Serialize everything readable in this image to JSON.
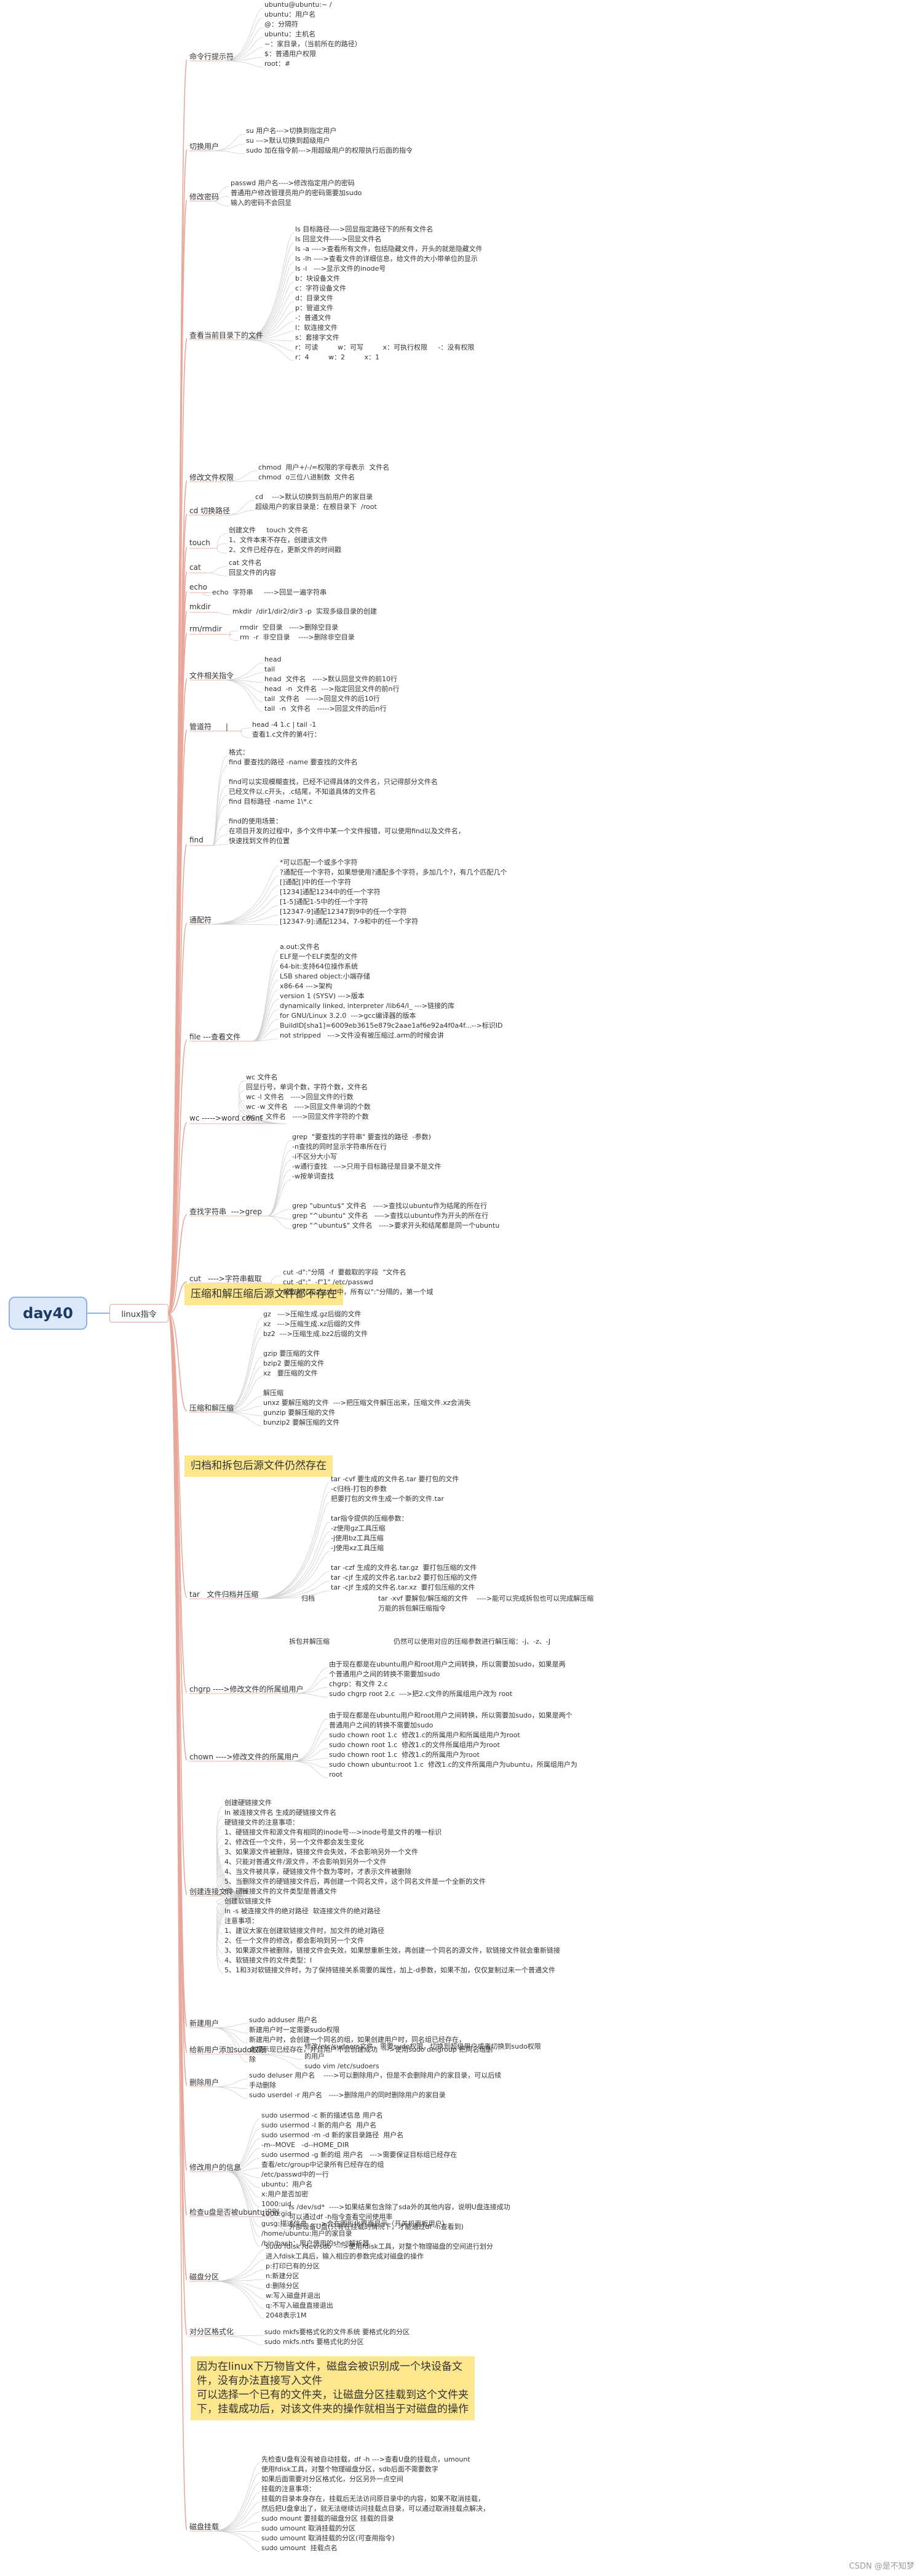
{
  "root": "day40",
  "main": "linux指令",
  "watermark": "CSDN @是不知梦",
  "categories": [
    {
      "id": "prompt",
      "label": "命令行提示符"
    },
    {
      "id": "switch",
      "label": "切换用户"
    },
    {
      "id": "passwd",
      "label": "修改密码"
    },
    {
      "id": "ls",
      "label": "查看当前目录下的文件"
    },
    {
      "id": "chmod",
      "label": "修改文件权限"
    },
    {
      "id": "cd",
      "label": "cd 切换路径"
    },
    {
      "id": "touch",
      "label": "touch"
    },
    {
      "id": "cat",
      "label": "cat"
    },
    {
      "id": "echo",
      "label": "echo"
    },
    {
      "id": "mkdir",
      "label": "mkdir"
    },
    {
      "id": "rm",
      "label": "rm/rmdir"
    },
    {
      "id": "headtail",
      "label": "文件相关指令"
    },
    {
      "id": "pipe",
      "label": "管道符      |"
    },
    {
      "id": "find",
      "label": "find"
    },
    {
      "id": "wildcard",
      "label": "通配符"
    },
    {
      "id": "file",
      "label": "file ---查看文件"
    },
    {
      "id": "wc",
      "label": "wc ----->word count"
    },
    {
      "id": "grep",
      "label": "查找字符串  --->grep"
    },
    {
      "id": "cut",
      "label": "cut   ---->字符串截取"
    },
    {
      "id": "compress",
      "label": "压缩和解压缩"
    },
    {
      "id": "tar",
      "label": "tar   文件归档并压缩"
    },
    {
      "id": "chgrp",
      "label": "chgrp ---->修改文件的所属组用户"
    },
    {
      "id": "chown",
      "label": "chown ---->修改文件的所属用户"
    },
    {
      "id": "ln",
      "label": "创建连接文件   ln"
    },
    {
      "id": "useradd",
      "label": "新建用户"
    },
    {
      "id": "sudoer",
      "label": "给新用户添加sudo权限"
    },
    {
      "id": "userdel",
      "label": "删除用户"
    },
    {
      "id": "usermod",
      "label": "修改用户的信息"
    },
    {
      "id": "fdiskl",
      "label": "检查u盘是否被ubuntu识别"
    },
    {
      "id": "fdisk",
      "label": "磁盘分区"
    },
    {
      "id": "mkfs",
      "label": "对分区格式化"
    },
    {
      "id": "mount",
      "label": "磁盘挂载"
    }
  ],
  "highlights": {
    "compress_note": "压缩和解压缩后源文件都不存在",
    "tar_note": "归档和拆包后源文件仍然存在",
    "mount_note": "因为在linux下万物皆文件，磁盘会被识别成一个块设备文\n件，没有办法直接写入文件\n可以选择一个已有的文件夹，让磁盘分区挂载到这个文件夹\n下，挂载成功后，对该文件夹的操作就相当于对磁盘的操作"
  },
  "leaves": {
    "prompt": [
      "ubuntu@ubuntu:~ /",
      "ubuntu：用户名",
      "@：分隔符",
      "ubuntu：主机名",
      "~：家目录，（当前所在的路径）",
      "$：普通用户权限",
      "root：#"
    ],
    "switch": [
      "su 用户名--->切换到指定用户",
      "su --->默认切换到超级用户",
      "sudo 加在指令前--->用超级用户的权限执行后面的指令"
    ],
    "passwd": [
      "passwd 用户名---->修改指定用户的密码",
      "普通用户修改管理员用户的密码需要加sudo",
      "输入的密码不会回显"
    ],
    "ls": [
      "ls 目标路径---->回显指定路径下的所有文件名",
      "ls 回显文件----->回显文件名",
      "ls -a ---->查看所有文件，包括隐藏文件，开头的就是隐藏文件",
      "ls -lh ---->查看文件的详细信息，给文件的大小带单位的显示",
      "ls -i   --->显示文件的inode号",
      "b：块设备文件",
      "c：字符设备文件",
      "d：目录文件",
      "p：管道文件",
      "-：普通文件",
      "l：软连接文件",
      "s：套接字文件",
      "r：可读         w：可写         x：可执行权限     -：没有权限",
      "r：4         w：2         x：1"
    ],
    "chmod": [
      "chmod  用户+/-/=权限的字母表示  文件名",
      "chmod  o三位八进制数  文件名"
    ],
    "cd": [
      "cd    --->默认切换到当前用户的家目录",
      "超级用户的家目录是：在根目录下  /root"
    ],
    "touch": [
      "创建文件     touch 文件名",
      "1、文件本来不存在，创建该文件",
      "2、文件已经存在，更新文件的时间戳"
    ],
    "cat": [
      "cat 文件名",
      "回显文件的内容"
    ],
    "echo": [
      "echo  字符串     ---->回显一遍字符串"
    ],
    "mkdir": [
      "mkdir  /dir1/dir2/dir3 -p  实现多级目录的创建"
    ],
    "rm": [
      "rmdir  空目录   ---->删除空目录",
      "rm  -r  非空目录    ---->删除非空目录"
    ],
    "head": [
      "head",
      "tail",
      "head  文件名   ---->默认回显文件的前10行",
      "head  -n  文件名  --->指定回显文件的前n行",
      "tail  文件名   ----->回显文件的后10行",
      "tail  -n  文件名   ----->回显文件的后n行"
    ],
    "pipe": [
      "head -4 1.c | tail -1",
      "查看1.c文件的第4行："
    ],
    "find": [
      "格式：",
      "find 要查找的路径 -name 要查找的文件名",
      "",
      "find可以实现模糊查找，已经不记得具体的文件名，只记得部分文件名",
      "已经文件以.c开头，.c结尾，不知道具体的文件名",
      "find 目标路径 -name 1\\*.c",
      "",
      "find的使用场景：",
      "在项目开发的过程中，多个文件中某一个文件报错，可以使用find以及文件名，",
      "快速找到文件的位置"
    ],
    "wildcard": [
      "*可以匹配一个或多个字符",
      "?通配任一个字符，如果想使用?通配多个字符，多加几个?，有几个匹配几个",
      "[]通配[]中的任一个字符",
      "[1234]通配1234中的任一个字符",
      "[1-5]通配1-5中的任一个字符",
      "[12347-9]通配12347到9中的任一个字符",
      "[12347-9]:通配1234、7-9和中的任一个字符"
    ],
    "file": [
      "a.out:文件名",
      "ELF是一个ELF类型的文件",
      "64-bit:支持64位操作系统",
      "LSB shared object:小端存储",
      "x86-64 --->架构",
      "version 1 (SYSV) --->版本",
      "dynamically linked, interpreter /lib64/l_ --->链接的库",
      "for GNU/Linux 3.2.0  --->gcc编译器的版本",
      "BuildID[sha1]=6009eb3615e879c2aae1af6e92a4f0a4f...-->标识ID",
      "not stripped   --->文件没有被压缩过.arm的时候会讲"
    ],
    "wc": [
      "wc 文件名",
      "回显行号，单词个数，字符个数，文件名",
      "wc -l 文件名   ---->回显文件的行数",
      "wc -w 文件名   ---->回显文件单词的个数",
      "wc -c 文件名   ---->回显文件字符的个数"
    ],
    "grep": [
      "grep  \"要查找的字符串\" 要查找的路径  -参数)",
      "-n查找的同时显示字符串所在行",
      "-i不区分大小写",
      "-w通行查找   --->只用于目标路径是目录不是文件",
      "-w按单词查找",
      "",
      "",
      "grep \"ubuntu$\" 文件名   ---->查找以ubuntu作为结尾的所在行",
      "grep \"^ubuntu\" 文件名   ---->查找以ubuntu作为开头的所在行",
      "grep \"^ubuntu$\" 文件名   ---->要求开头和结尾都是同一个ubuntu"
    ],
    "cut": [
      "cut -d\":\"分隔  -f  要截取的字段  \"文件名",
      "cut -d\":\"  -f\"1\" /etc/passwd",
      "截取/etc/passwd中，所有以\":\"分隔的，第一个域"
    ],
    "compress": [
      "gz   --->压缩生成.gz后缀的文件",
      "xz   --->压缩生成.xz后缀的文件",
      "bz2  --->压缩生成.bz2后缀的文件",
      "",
      "gzip 要压缩的文件",
      "bzip2 要压缩的文件",
      "xz   要压缩的文件",
      "",
      "解压缩",
      "unxz 要解压缩的文件  --->把压缩文件解压出来，压缩文件.xz会消失",
      "gunzip 要解压缩的文件",
      "bunzip2 要解压缩的文件"
    ],
    "tar": [
      "tar -cvf 要生成的文件名.tar 要打包的文件",
      "-c归档-打包的参数",
      "把要打包的文件生成一个新的文件.tar",
      "",
      "tar指令提供的压缩参数：",
      "-z使用gz工具压缩",
      "-j使用bz工具压缩",
      "-J使用xz工具压缩",
      "",
      "tar -czf 生成的文件名.tar.gz  要打包压缩的文件",
      "tar -cjf 生成的文件名.tar.bz2 要打包压缩的文件",
      "tar -cJf 生成的文件名.tar.xz  要打包压缩的文件"
    ],
    "tar2": [
      "归档",
      "tar -xvf 要解包/解压缩的文件    ---->能可以完成拆包也可以完成解压缩",
      "万能的拆包解压缩指令",
      "拆包并解压缩",
      "仍然可以使用对应的压缩参数进行解压缩：-j、-z、-J"
    ],
    "chgrp": [
      "由于现在都是在ubuntu用户和root用户之间转换，所以需要加sudo，如果是两",
      "个普通用户之间的转换不需要加sudo",
      "chgrp：有文件 2.c",
      "sudo chgrp root 2.c  --->把2.c文件的所属组用户改为 root"
    ],
    "chown": [
      "由于现在都是在ubuntu用户和root用户之间转换，所以需要加sudo，如果是两个",
      "普通用户之间的转换不需要加sudo",
      "sudo chown root 1.c  修改1.c的所属用户和所属组用户为root",
      "sudo chown root 1.c  修改1.c的文件所属组用户为root",
      "sudo chown root 1.c  修改1.c的所属用户为root",
      "sudo chown ubuntu:root 1.c  修改1.c的文件所属用户为ubuntu，所属组用户为",
      "root"
    ],
    "ln": [
      "创建硬链接文件",
      "ln 被连接文件名 生成的硬链接文件名",
      "硬链接文件的注意事项：",
      "1、硬链接文件和源文件有相同的inode号--->inode号是文件的唯一标识",
      "2、修改任一个文件，另一个文件都会发生变化",
      "3、如果源文件被删除，链接文件会失效，不会影响另外一个文件",
      "4、只能对普通文件/源文件，不会影响到另外一个文件",
      "4、当文件被共享，硬链接文件个数为零时，才表示文件被删除",
      "5、当删除文件的硬链接文件后，再创建一个同名文件，这个同名文件是一个全新的文件",
      "6、硬链接文件的文件类型是普通文件",
      "创建软链接文件",
      "ln -s 被连接文件的绝对路径  软连接文件的绝对路径",
      "注意事项：",
      "1、建议大家在创建软链接文件时，加文件的绝对路径",
      "2、任一个文件的修改，都会影响到另一个文件",
      "3、如果源文件被删除，链接文件会失效，如果想重新生效，再创建一个同名的源文件，软链接文件就会重新链接",
      "4、软链接文件的文件类型：l",
      "5、1和3对软链接文件时，为了保持链接关系需要的属性，加上-d参数，如果不加，仅仅复制过来一个普通文件"
    ],
    "useradd": [
      "sudo adduser 用户名",
      "新建用户时一定需要sudo权限",
      "新建用户时，会创建一个同名的组，如果创建用户时，同名组已经存在，",
      "会提示现已经存在，并且用户不会创建成功  --->使用sudo delgroup 把同名组删",
      "除"
    ],
    "sudoer": [
      "修改/etc/sudoers文件，需要sudo权限，切换到超级用户或者切换到sudo权限",
      "的用户",
      "sudo vim /etc/sudoers"
    ],
    "userdel": [
      "sudo deluser 用户名    ---->可以删除用户，但是不会删除用户的家目录，可以后续",
      "手动删除",
      "sudo userdel -r 用户名   ---->删除用户的同时删除用户的家目录"
    ],
    "usermod": [
      "sudo usermod -c 新的描述信息 用户名",
      "sudo usermod -l 新的用户名  用户名",
      "sudo usermod -m -d 新的家目录路径  用户名",
      "-m--MOVE   -d--HOME_DIR",
      "sudo usermod -g 新的组 用户名   --->需要保证目标组已经存在",
      "查看/etc/group中记录所有已经存在的组",
      "/etc/passwd中的一行",
      "ubuntu：用户名",
      "x:用户是否加密",
      "1000:uid",
      "1000:gid",
      "gusg:描述信息  ---->会在图形化界面显示（开关机面板用户）",
      "/home/ubuntu:用户的家目录",
      "/bin/bash：用户使用的shell解析器"
    ],
    "fdiskl": [
      "ls /dev/sd*  ---->如果结果包含除了sda外的其他内容，说明U盘连接成功",
      "可以通过df -h指令查看空间使用率",
      "外部设备U盘(只有在挂载的情况下，才能通过df -h查看到)"
    ],
    "fdisk": [
      "sudo fdisk /dev/sdb  --->使用fdisk工具，对整个物理磁盘的空间进行划分",
      "进入fdisk工具后，输入相应的参数完成对磁盘的操作",
      "p:打印已有的分区",
      "n:新建分区",
      "d:删除分区",
      "w:写入磁盘并退出",
      "q:不写入磁盘直接退出",
      "2048表示1M"
    ],
    "mkfs": [
      "sudo mkfs要格式化的文件系统 要格式化的分区",
      "sudo mkfs.ntfs 要格式化的分区"
    ],
    "mount": [
      "先检查U盘有没有被自动挂载，df -h --->查看U盘的挂载点，umount",
      "使用fdisk工具，对整个物理磁盘分区，sdb后面不需要数字",
      "如果后面需要对分区格式化，分区另外一点空间",
      "挂载的注意事项：",
      "挂载的目录本身存在，挂载后无法访问原目录中的内容，如果不取消挂载，",
      "然后把U盘拿出了，就无法继续访问挂载点目录，可以通过取消挂载点解决，",
      "sudo mount 要挂载的磁盘分区 挂载的目录",
      "sudo umount 取消挂载的分区",
      "sudo umount 取消挂载的分区(可查用指令)",
      "sudo umount  挂载点名"
    ]
  }
}
